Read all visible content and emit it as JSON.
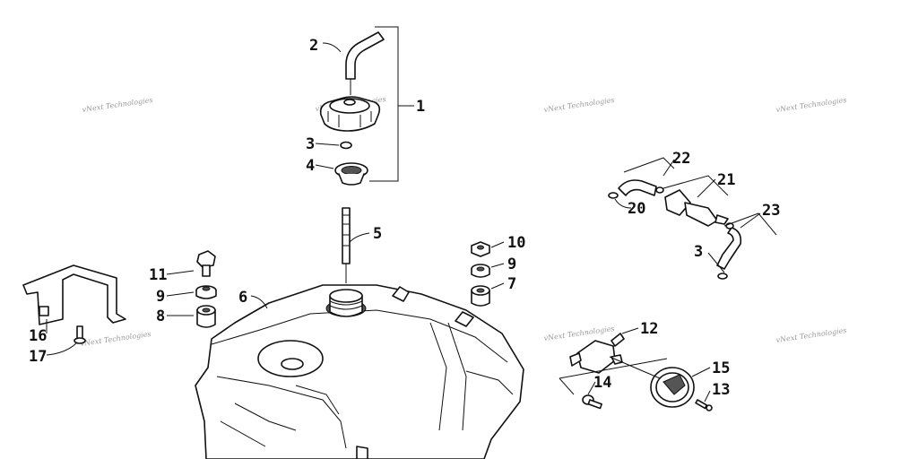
{
  "diagram": {
    "callouts": {
      "c1": "1",
      "c2": "2",
      "c3a": "3",
      "c4": "4",
      "c5": "5",
      "c6": "6",
      "c7": "7",
      "c8": "8",
      "c9a": "9",
      "c9b": "9",
      "c10": "10",
      "c11": "11",
      "c12": "12",
      "c13": "13",
      "c14": "14",
      "c15": "15",
      "c16": "16",
      "c17": "17",
      "c20": "20",
      "c21": "21",
      "c22": "22",
      "c23": "23",
      "c3b": "3"
    },
    "watermark": "vNext Technologies"
  }
}
